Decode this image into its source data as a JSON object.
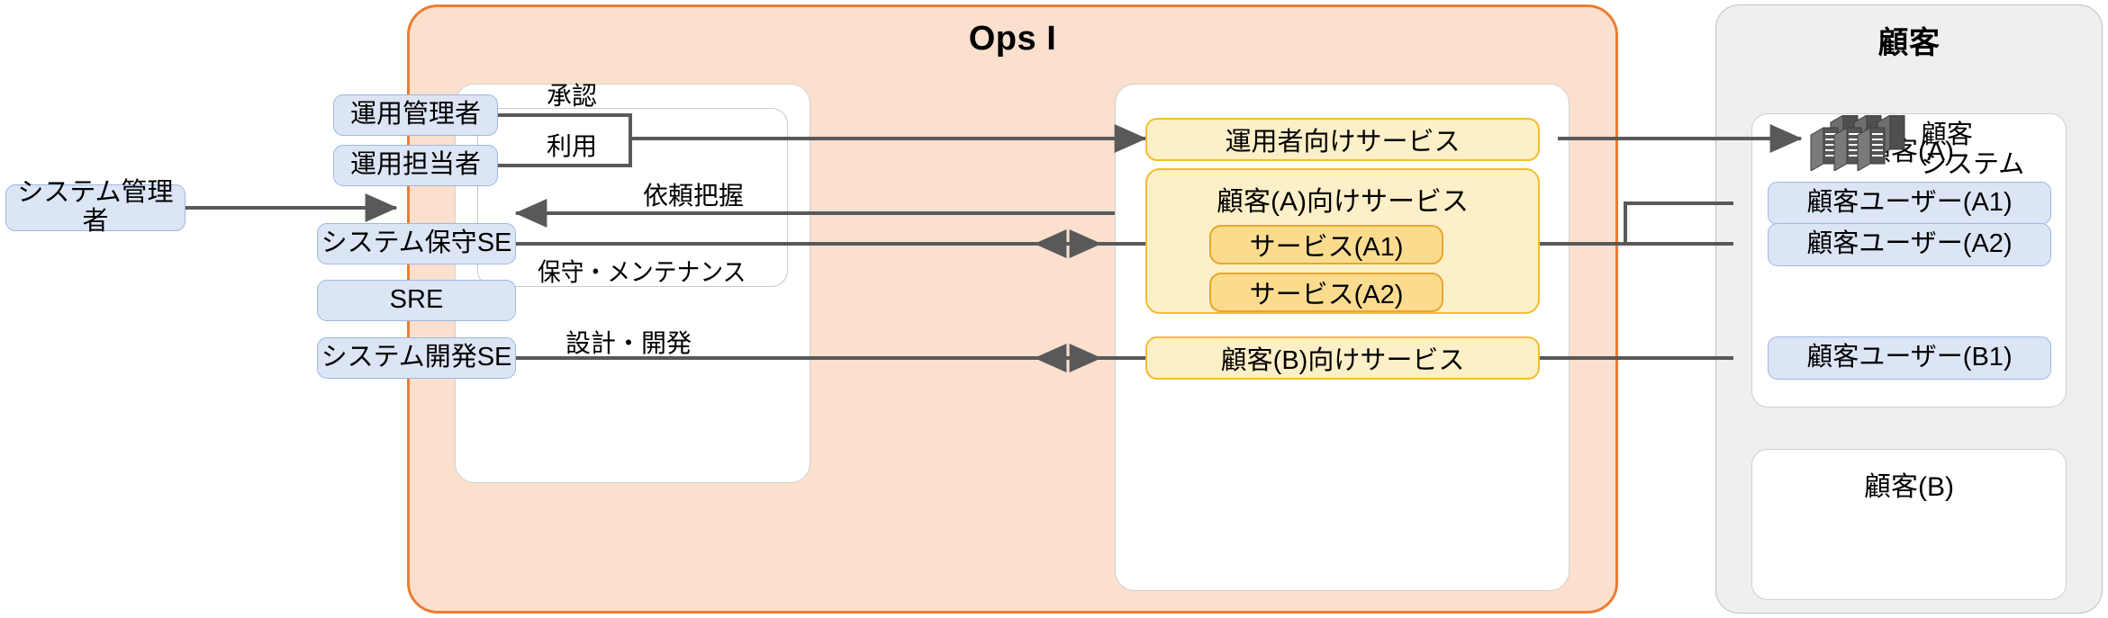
{
  "diagram": {
    "zones": {
      "ops": {
        "title": "Ops I",
        "accent": "#ED7D31",
        "fill": "#FBE0CE"
      },
      "customer": {
        "title": "顧客",
        "accent": "#BFBFBF",
        "fill": "#EFEFEF"
      }
    },
    "external_actor": {
      "label": "システム管理者"
    },
    "roles": [
      {
        "label": "運用管理者"
      },
      {
        "label": "運用担当者"
      },
      {
        "label": "システム保守SE"
      },
      {
        "label": "SRE"
      },
      {
        "label": "システム開発SE"
      }
    ],
    "services": {
      "operator_service": {
        "label": "運用者向けサービス"
      },
      "customer_a_group": {
        "title": "顧客(A)向けサービス",
        "items": [
          {
            "label": "サービス(A1)"
          },
          {
            "label": "サービス(A2)"
          }
        ]
      },
      "customer_b_service": {
        "label": "顧客(B)向けサービス"
      }
    },
    "customers": {
      "a": {
        "title": "顧客(A)",
        "system_label": "顧客\nシステム",
        "system_icon": "server-stack-icon",
        "users": [
          {
            "label": "顧客ユーザー(A1)"
          },
          {
            "label": "顧客ユーザー(A2)"
          }
        ]
      },
      "b": {
        "title": "顧客(B)",
        "users": [
          {
            "label": "顧客ユーザー(B1)"
          }
        ]
      }
    },
    "edge_labels": {
      "approve": "承認",
      "use": "利用",
      "request_grasp": "依頼把握",
      "maintenance": "保守・メンテナンス",
      "design_dev": "設計・開発"
    },
    "colors": {
      "actor_fill": "#DCE5F5",
      "actor_stroke": "#9DB7E0",
      "service_fill": "#FDEFC7",
      "service_stroke": "#F5BD2B",
      "service_sub_fill": "#FBDC8E",
      "service_sub_stroke": "#E8A72C",
      "arrow": "#595959"
    }
  }
}
